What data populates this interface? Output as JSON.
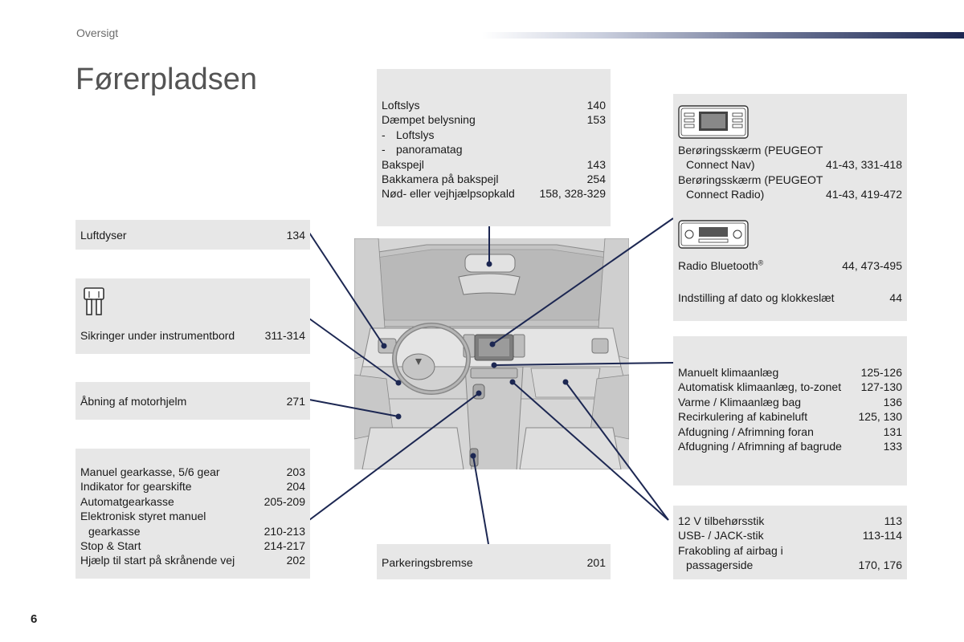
{
  "header": {
    "section": "Oversigt",
    "title": "Førerpladsen",
    "page_number": "6"
  },
  "boxes": {
    "loftslys": {
      "rows": [
        {
          "label": "Loftslys",
          "page": "140"
        },
        {
          "label": "Dæmpet belysning",
          "page": "153"
        },
        {
          "label": "Loftslys",
          "page": ""
        },
        {
          "label": "panoramatag",
          "page": ""
        },
        {
          "label": "Bakspejl",
          "page": "143"
        },
        {
          "label": "Bakkamera på bakspejl",
          "page": "254"
        },
        {
          "label": "Nød- eller vejhjælpsopkald",
          "page": "158, 328-329"
        }
      ]
    },
    "luftdyser": {
      "rows": [
        {
          "label": "Luftdyser",
          "page": "134"
        }
      ]
    },
    "sikringer": {
      "rows": [
        {
          "label": "Sikringer under instrumentbord",
          "page": "311-314"
        }
      ]
    },
    "motorhjelm": {
      "rows": [
        {
          "label": "Åbning af motorhjelm",
          "page": "271"
        }
      ]
    },
    "gearkasse": {
      "rows": [
        {
          "label": "Manuel gearkasse, 5/6 gear",
          "page": "203"
        },
        {
          "label": "Indikator for gearskifte",
          "page": "204"
        },
        {
          "label": "Automatgearkasse",
          "page": "205-209"
        },
        {
          "label": "Elektronisk styret manuel",
          "page": ""
        },
        {
          "label": "gearkasse",
          "page": "210-213"
        },
        {
          "label": "Stop & Start",
          "page": "214-217"
        },
        {
          "label": "Hjælp til start på skrånende vej",
          "page": "202"
        }
      ]
    },
    "parkeringsbremse": {
      "rows": [
        {
          "label": "Parkeringsbremse",
          "page": "201"
        }
      ]
    },
    "touchscreen": {
      "rows": [
        {
          "label": "Berøringsskærm (PEUGEOT",
          "page": ""
        },
        {
          "label": "Connect Nav)",
          "page": "41-43, 331-418"
        },
        {
          "label": "Berøringsskærm (PEUGEOT",
          "page": ""
        },
        {
          "label": "Connect Radio)",
          "page": "41-43, 419-472"
        }
      ]
    },
    "radio": {
      "bluetooth_label": "Radio Bluetooth",
      "bluetooth_mark": "®",
      "bluetooth_page": "44, 473-495",
      "clock_label": "Indstilling af dato og klokkeslæt",
      "clock_page": "44"
    },
    "klima": {
      "rows": [
        {
          "label": "Manuelt klimaanlæg",
          "page": "125-126"
        },
        {
          "label": "Automatisk klimaanlæg, to-zonet",
          "page": "127-130"
        },
        {
          "label": "Varme / Klimaanlæg bag",
          "page": "136"
        },
        {
          "label": "Recirkulering af kabineluft",
          "page": "125, 130"
        },
        {
          "label": "Afdugning / Afrimning foran",
          "page": "131"
        },
        {
          "label": "Afdugning / Afrimning af bagrude",
          "page": "133"
        }
      ]
    },
    "stik": {
      "rows": [
        {
          "label": "12 V tilbehørsstik",
          "page": "113"
        },
        {
          "label": "USB- / JACK-stik",
          "page": "113-114"
        },
        {
          "label": "Frakobling af airbag i",
          "page": ""
        },
        {
          "label": "passagerside",
          "page": "170, 176"
        }
      ]
    }
  },
  "colors": {
    "box_bg": "#e7e7e7",
    "leader_line": "#1c2752",
    "title": "#545454",
    "header_bar": "#1c2752"
  },
  "icons": {
    "fuse": "fuse-icon",
    "touchscreen": "touchscreen-unit-icon",
    "radio": "radio-unit-icon"
  }
}
